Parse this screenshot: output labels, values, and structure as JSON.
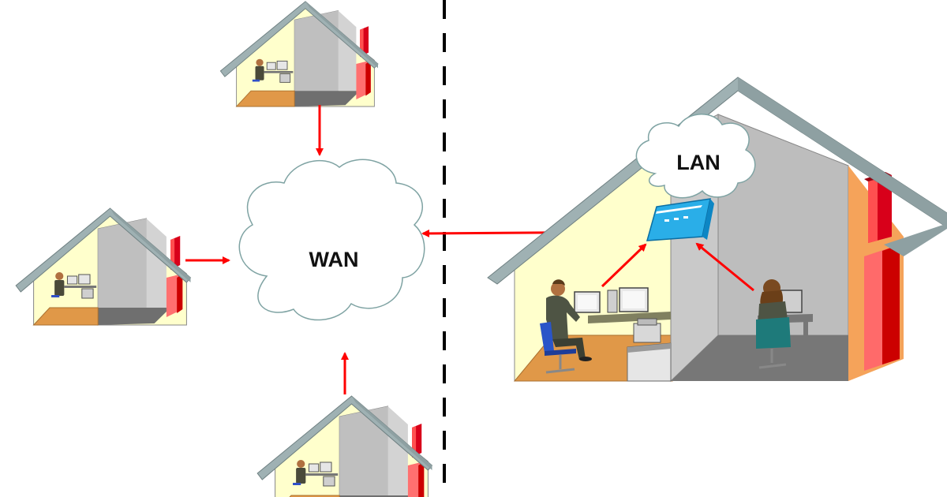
{
  "clouds": {
    "wan": {
      "label": "WAN"
    },
    "lan": {
      "label": "LAN"
    }
  },
  "colors": {
    "arrow": "#ff0000",
    "roof": "#9fb1b3",
    "wall_inner": "#ffffcc",
    "floor_left": "#e09848",
    "floor_right": "#777777",
    "chimney": "#d8001a",
    "router": "#2aaee8",
    "divider": "#000000"
  },
  "icons": {
    "houses": [
      "house-icon-top",
      "house-icon-left",
      "house-icon-bottom",
      "house-icon-office"
    ],
    "router": "router-icon",
    "people": [
      "man-at-computer-icon",
      "woman-at-computer-icon"
    ]
  }
}
